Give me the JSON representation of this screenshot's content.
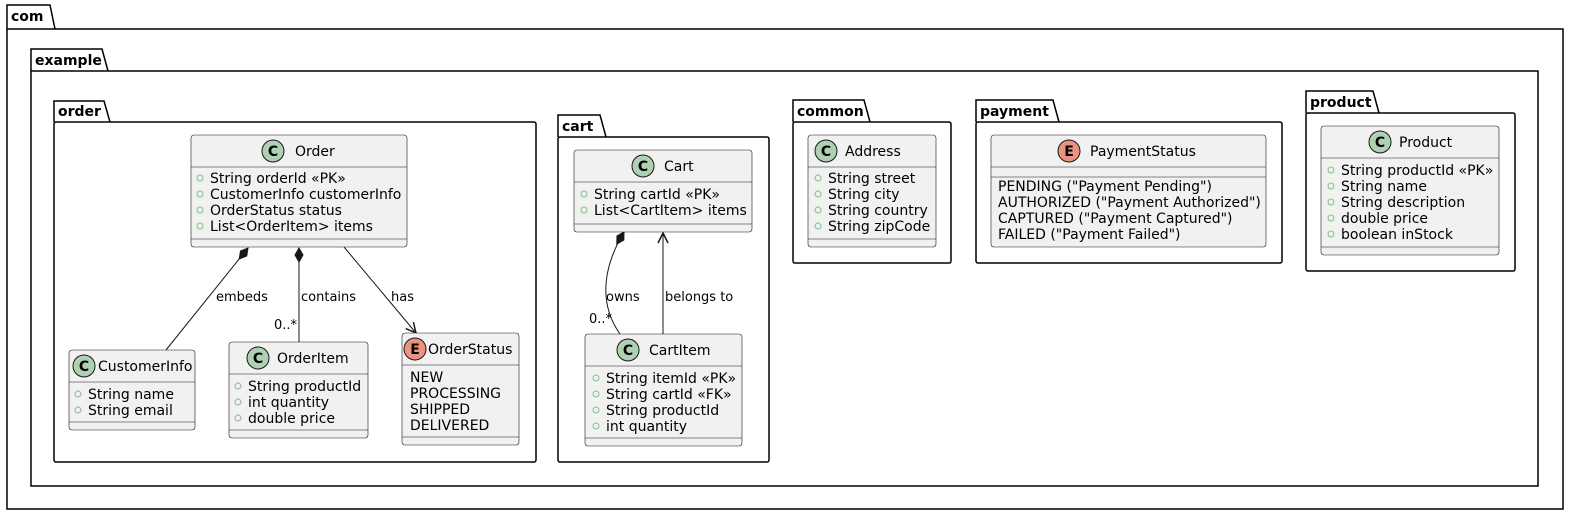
{
  "packages": {
    "com": "com",
    "example": "example",
    "order": "order",
    "cart": "cart",
    "common": "common",
    "payment": "payment",
    "product": "product"
  },
  "classes": {
    "order": {
      "kind": "C",
      "name": "Order",
      "members": [
        "String orderId «PK»",
        "CustomerInfo customerInfo",
        "OrderStatus status",
        "List<OrderItem> items"
      ]
    },
    "customer_info": {
      "kind": "C",
      "name": "CustomerInfo",
      "members": [
        "String name",
        "String email"
      ]
    },
    "order_item": {
      "kind": "C",
      "name": "OrderItem",
      "members": [
        "String productId",
        "int quantity",
        "double price"
      ]
    },
    "order_status": {
      "kind": "E",
      "name": "OrderStatus",
      "values": [
        "NEW",
        "PROCESSING",
        "SHIPPED",
        "DELIVERED"
      ]
    },
    "cart": {
      "kind": "C",
      "name": "Cart",
      "members": [
        "String cartId «PK»",
        "List<CartItem> items"
      ]
    },
    "cart_item": {
      "kind": "C",
      "name": "CartItem",
      "members": [
        "String itemId «PK»",
        "String cartId «FK»",
        "String productId",
        "int quantity"
      ]
    },
    "address": {
      "kind": "C",
      "name": "Address",
      "members": [
        "String street",
        "String city",
        "String country",
        "String zipCode"
      ]
    },
    "payment_status": {
      "kind": "E",
      "name": "PaymentStatus",
      "values": [
        "PENDING (\"Payment Pending\")",
        "AUTHORIZED (\"Payment Authorized\")",
        "CAPTURED (\"Payment Captured\")",
        "FAILED (\"Payment Failed\")"
      ]
    },
    "product": {
      "kind": "C",
      "name": "Product",
      "members": [
        "String productId «PK»",
        "String name",
        "String description",
        "double price",
        "boolean inStock"
      ]
    }
  },
  "relations": {
    "embeds": {
      "label": "embeds"
    },
    "contains": {
      "label": "contains",
      "multiplicity": "0..*"
    },
    "has": {
      "label": "has"
    },
    "owns": {
      "label": "owns",
      "multiplicity": "0..*"
    },
    "belongs_to": {
      "label": "belongs to"
    }
  },
  "colors": {
    "class_badge": "#ADD1B2",
    "enum_badge": "#EB937F",
    "box_fill": "#F1F1F1",
    "box_border": "#181818",
    "visibility_marker": "#84BE84"
  }
}
